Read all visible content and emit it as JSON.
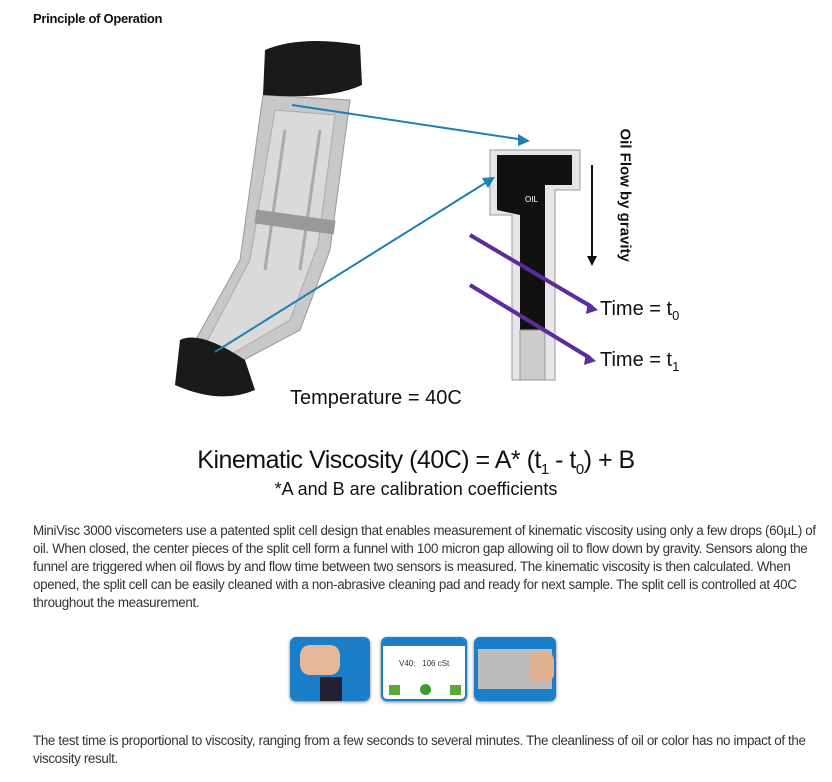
{
  "heading": "Principle of Operation",
  "diagram": {
    "oil_label": "OIL",
    "flow_label": "Oil Flow by gravity",
    "time0_label": "Time = t",
    "time0_sub": "0",
    "time1_label": "Time = t",
    "time1_sub": "1",
    "temperature_label": "Temperature = 40C"
  },
  "formula": {
    "prefix": "Kinematic Viscosity (40C) = A* (t",
    "sub1": "1",
    "mid": " - t",
    "sub0": "0",
    "suffix": ") + B",
    "note": "*A and B are calibration coefficients"
  },
  "paragraph1": "MiniVisc 3000 viscometers use a patented split cell design that enables measurement of kinematic viscosity using only a few drops (60µL) of oil. When closed, the center pieces of the split cell form a funnel with 100 micron gap allowing oil to flow down by gravity. Sensors along the funnel are triggered when oil flows by and flow time between two sensors is measured. The kinematic viscosity is then calculated. When opened, the split cell can be easily cleaned with a non-abrasive cleaning pad and ready for next sample. The split cell is controlled at 40C throughout the measurement.",
  "screen": {
    "label": "V40:",
    "value": "106 cSt"
  },
  "paragraph2": "The test time is proportional to viscosity, ranging from a few seconds to several minutes. The cleanliness of oil or color has no impact of the viscosity result.",
  "colors": {
    "arrow": "#1f7fb0",
    "sensor": "#5b2d9a",
    "thumb_border": "#1a7fc8"
  }
}
